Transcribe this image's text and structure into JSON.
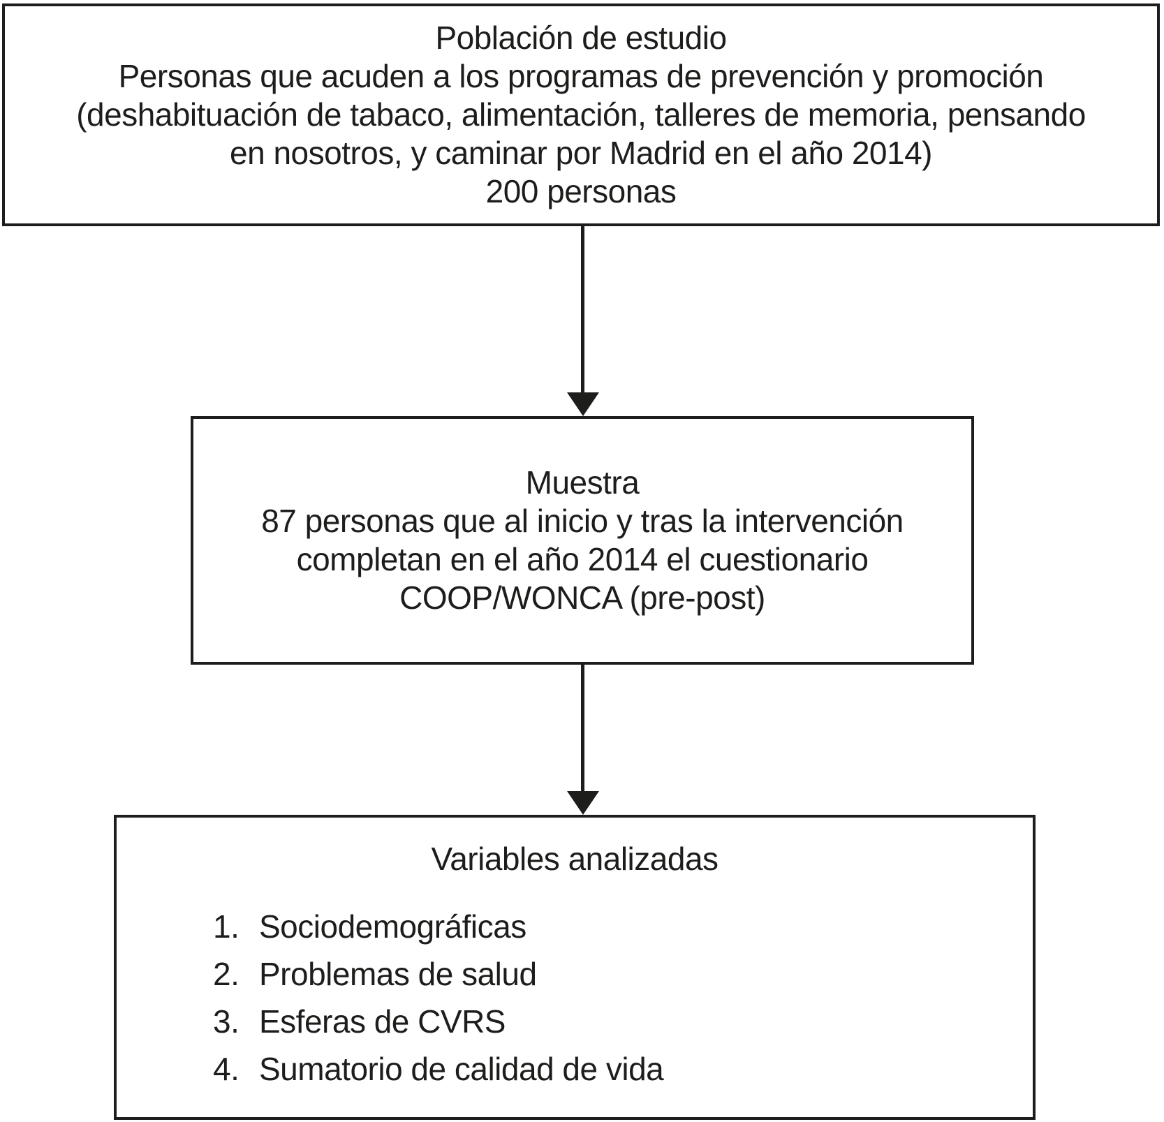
{
  "figure": {
    "background": "#ffffff",
    "line_color": "#1d1d1b"
  },
  "boxes": {
    "population": {
      "lines": [
        "Población de estudio",
        "Personas que acuden a los programas de prevención y promoción",
        "(deshabituación de tabaco, alimentación, talleres de memoria, pensando",
        "en nosotros, y caminar por Madrid en el año 2014)",
        "200 personas"
      ]
    },
    "sample": {
      "lines": [
        "Muestra",
        "87 personas que al inicio y tras la intervención",
        "completan en el año 2014 el cuestionario",
        "COOP/WONCA (pre-post)"
      ]
    },
    "variables": {
      "title": "Variables analizadas",
      "items": [
        {
          "number": "1.",
          "label": "Sociodemográficas"
        },
        {
          "number": "2.",
          "label": "Problemas de salud"
        },
        {
          "number": "3.",
          "label": "Esferas de CVRS"
        },
        {
          "number": "4.",
          "label": "Sumatorio de calidad de vida"
        }
      ]
    }
  }
}
